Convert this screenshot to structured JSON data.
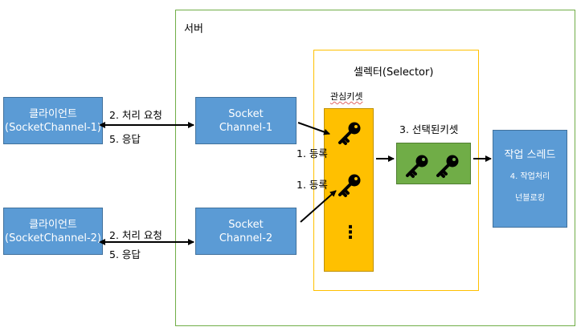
{
  "server": {
    "label": "서버"
  },
  "selector": {
    "label": "셀렉터(Selector)"
  },
  "interest_keys": {
    "label": "관심키셋"
  },
  "selected_keys": {
    "label": "3. 선택된키셋"
  },
  "clients": [
    {
      "line1": "클라이언트",
      "line2": "(SocketChannel-1)",
      "request": "2. 처리 요청",
      "response": "5. 응답"
    },
    {
      "line1": "클라이언트",
      "line2": "(SocketChannel-2)",
      "request": "2. 처리 요청",
      "response": "5. 응답"
    }
  ],
  "sockets": [
    {
      "line1": "Socket",
      "line2": "Channel-1",
      "register": "1. 등록"
    },
    {
      "line1": "Socket",
      "line2": "Channel-2",
      "register": "1. 등록"
    }
  ],
  "worker": {
    "title": "작업 스레드",
    "task": "4. 작업처리",
    "mode": "넌블로킹"
  },
  "ellipsis": "⋮",
  "colors": {
    "blue": "#5b9bd5",
    "yellow": "#ffc000",
    "green": "#70ad47",
    "server_border": "#70ad47",
    "selector_border": "#ffc000"
  }
}
